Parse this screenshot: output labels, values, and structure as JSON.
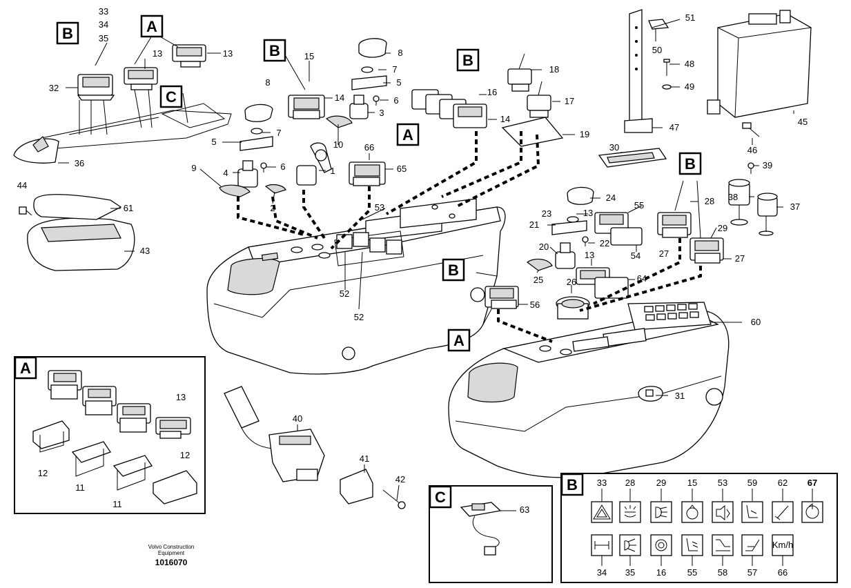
{
  "callout_letters": {
    "a": "A",
    "b": "B",
    "c": "C"
  },
  "footer": {
    "company_line1": "Volvo Construction",
    "company_line2": "Equipment",
    "drawing_number": "1016070"
  },
  "part_numbers": {
    "p1": "1",
    "p2": "2",
    "p3": "3",
    "p4": "4",
    "p5": "5",
    "p6": "6",
    "p7": "7",
    "p8": "8",
    "p9": "9",
    "p10": "10",
    "p11": "11",
    "p12": "12",
    "p13": "13",
    "p14": "14",
    "p15": "15",
    "p16": "16",
    "p17": "17",
    "p18": "18",
    "p19": "19",
    "p20": "20",
    "p21": "21",
    "p22": "22",
    "p23": "23",
    "p24": "24",
    "p25": "25",
    "p26": "26",
    "p27": "27",
    "p28": "28",
    "p29": "29",
    "p30": "30",
    "p31": "31",
    "p32": "32",
    "p33": "33",
    "p34": "34",
    "p35": "35",
    "p36": "36",
    "p37": "37",
    "p38": "38",
    "p39": "39",
    "p40": "40",
    "p41": "41",
    "p42": "42",
    "p43": "43",
    "p44": "44",
    "p45": "45",
    "p46": "46",
    "p47": "47",
    "p48": "48",
    "p49": "49",
    "p50": "50",
    "p51": "51",
    "p52": "52",
    "p53": "53",
    "p54": "54",
    "p55": "55",
    "p56": "56",
    "p57": "57",
    "p58": "58",
    "p59": "59",
    "p60": "60",
    "p61": "61",
    "p62": "62",
    "p63": "63",
    "p64": "64",
    "p65": "65",
    "p66": "66",
    "p67": "67"
  },
  "legend_b": {
    "top_row": [
      "33",
      "28",
      "29",
      "15",
      "53",
      "59",
      "62",
      "67"
    ],
    "bottom_row": [
      "34",
      "35",
      "16",
      "55",
      "58",
      "57",
      "66"
    ],
    "kmh_symbol": "Km/h"
  }
}
